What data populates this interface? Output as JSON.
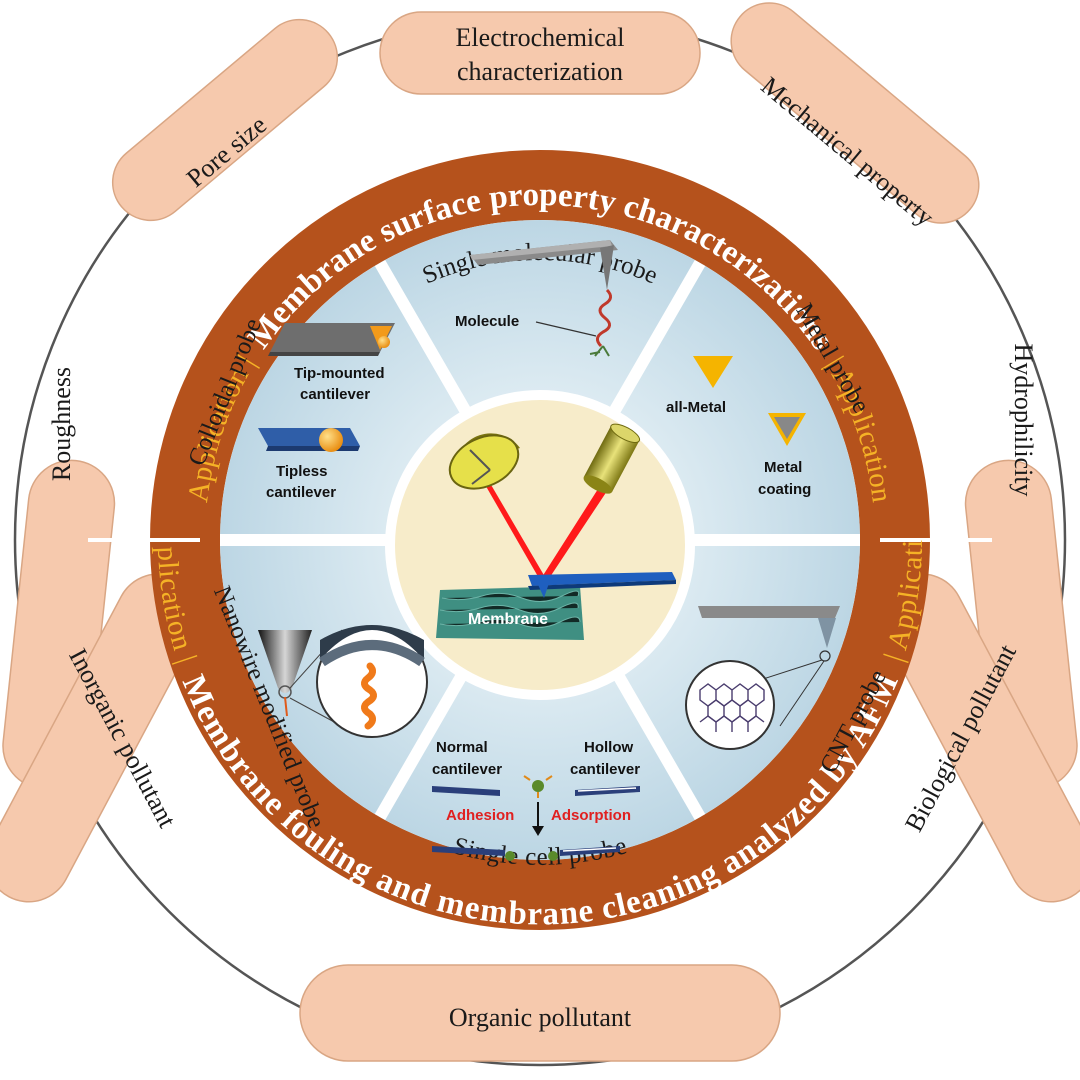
{
  "outer_ring": {
    "electrochemical_line1": "Electrochemical",
    "electrochemical_line2": "characterization",
    "mechanical": "Mechanical property",
    "pore_size": "Pore size",
    "roughness": "Roughness",
    "hydrophilicity": "Hydrophilicity",
    "inorganic": "Inorganic pollutant",
    "biological": "Biological pollutant",
    "organic": "Organic pollutant"
  },
  "band_top": {
    "application_left": "Application |",
    "title": "Membrane surface property characterizations",
    "application_right": "| Application"
  },
  "band_bottom": {
    "application_left": "Application |",
    "title": "Membrane fouling and membrane cleaning analyzed by AFM",
    "application_right": "| Application"
  },
  "sectors": {
    "single_molecular": {
      "title": "Single molecular probe",
      "molecule": "Molecule"
    },
    "metal": {
      "title": "Metal probe",
      "all_metal": "all-Metal",
      "coating_line1": "Metal",
      "coating_line2": "coating"
    },
    "colloidal": {
      "title": "Colloidal probe",
      "tip_line1": "Tip-mounted",
      "tip_line2": "cantilever",
      "tipless_line1": "Tipless",
      "tipless_line2": "cantilever"
    },
    "nanowire": {
      "title": "Nanowire modified probe"
    },
    "cnt": {
      "title": "CNT probe"
    },
    "single_cell": {
      "title": "Single cell probe",
      "normal_line1": "Normal",
      "normal_line2": "cantilever",
      "hollow_line1": "Hollow",
      "hollow_line2": "cantilever",
      "adhesion": "Adhesion",
      "adsorption": "Adsorption"
    }
  },
  "center": {
    "membrane": "Membrane"
  },
  "colors": {
    "ring_orange": "#b5521c",
    "pill_fill": "#f6c9ad",
    "sector_blue": "#cfe3ee",
    "center_cream": "#f7ecca",
    "application_gold": "#f5b226",
    "adhesion_red": "#e02020"
  }
}
